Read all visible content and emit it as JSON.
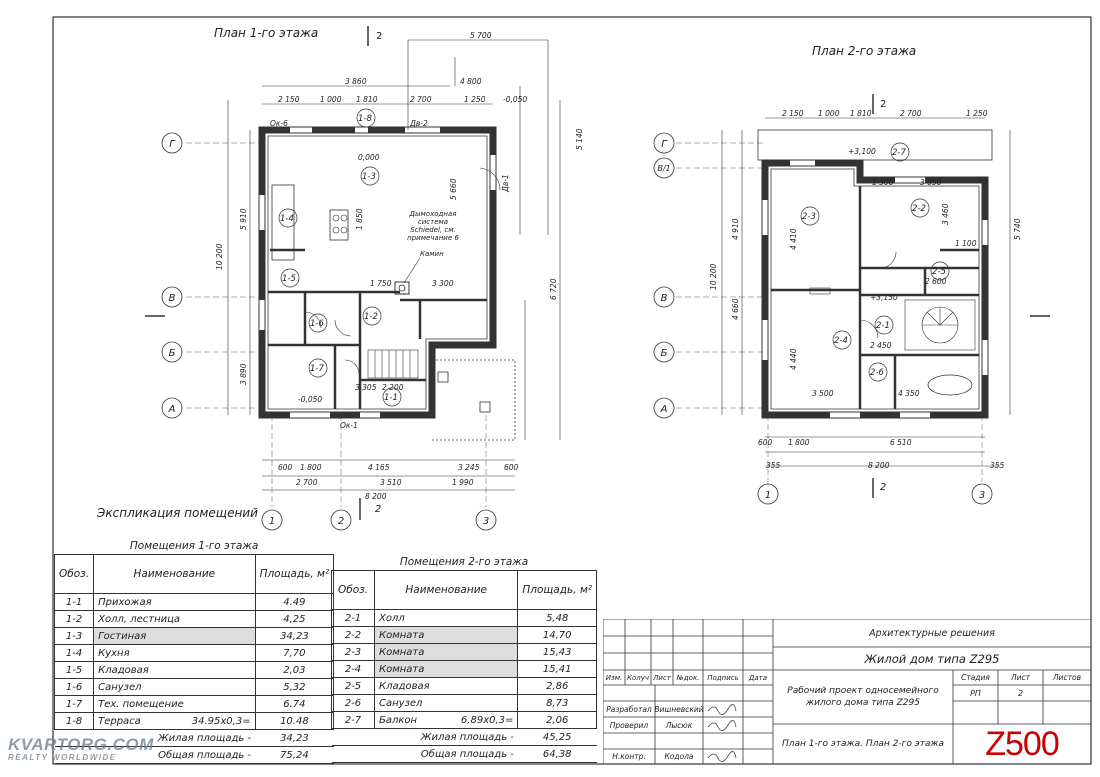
{
  "plans": {
    "floor1_title": "План 1-го этажа",
    "floor2_title": "План 2-го этажа",
    "explication_title": "Экспликация помещений"
  },
  "floor1_labels": {
    "r11": "1-1",
    "r12": "1-2",
    "r13": "1-3",
    "r14": "1-4",
    "r15": "1-5",
    "r16": "1-6",
    "r17": "1-7",
    "r18": "1-8",
    "level_0": "0,000",
    "level_n50": "-0,050",
    "level_n50b": "-0,050",
    "chimney": "Дымоходная система Schiedel, см. примечание 6",
    "kamin": "Камин",
    "dim_5700": "5 700",
    "dim_4800": "4 800",
    "dim_3860": "3 860",
    "dim_2150": "2 150",
    "dim_1000": "1 000",
    "dim_1810": "1 810",
    "dim_2700": "2 700",
    "dim_1250": "1 250",
    "dim_600": "600",
    "dim_1800": "1 800",
    "dim_4165": "4 165",
    "dim_3245": "3 245",
    "dim_600b": "600",
    "dim_2700b": "2 700",
    "dim_3510": "3 510",
    "dim_1990": "1 990",
    "dim_8200": "8 200",
    "dim_10200": "10 200",
    "dim_5910": "5 910",
    "dim_3890": "3 890",
    "dim_5140": "5 140",
    "dim_6720": "6 720",
    "dim_5660": "5 660",
    "dim_1850": "1 850",
    "dim_3305": "3 305",
    "dim_2200": "2 200",
    "dim_1750": "1 750",
    "dim_3300": "3 300",
    "ok6": "Ок-6",
    "ok1": "Ок-1",
    "dv2": "Дв-2",
    "dv1": "Дв-1"
  },
  "floor2_labels": {
    "r21": "2-1",
    "r22": "2-2",
    "r23": "2-3",
    "r24": "2-4",
    "r25": "2-5",
    "r26": "2-6",
    "r27": "2-7",
    "level_3100": "+3,100",
    "level_3150": "+3,150",
    "dim_2150": "2 150",
    "dim_1000": "1 000",
    "dim_1810": "1 810",
    "dim_2700": "2 700",
    "dim_1250": "1 250",
    "dim_1300": "1 300",
    "dim_3050": "3 050",
    "dim_3460": "3 460",
    "dim_4410": "4 410",
    "dim_4440": "4 440",
    "dim_3500": "3 500",
    "dim_4350": "4 350",
    "dim_600": "600",
    "dim_1800": "1 800",
    "dim_6510": "6 510",
    "dim_355a": "355",
    "dim_8200": "8 200",
    "dim_355b": "355",
    "dim_10200": "10 200",
    "dim_4910": "4 910",
    "dim_4660": "4 660",
    "dim_5740": "5 740",
    "dim_2600": "2 600",
    "dim_2450": "2 450",
    "dim_1100": "1 100"
  },
  "axes": {
    "a1": "1",
    "a2": "2",
    "a3": "3",
    "g": "Г",
    "v1": "В/1",
    "v": "В",
    "b": "Б",
    "a": "А",
    "cut": "2"
  },
  "table1": {
    "caption": "Помещения 1-го этажа",
    "col_code": "Обоз.",
    "col_name": "Наименование",
    "col_area": "Площадь, м²",
    "rows": [
      {
        "code": "1-1",
        "name": "Прихожая",
        "note": "",
        "area": "4.49"
      },
      {
        "code": "1-2",
        "name": "Холл, лестница",
        "note": "",
        "area": "4,25"
      },
      {
        "code": "1-3",
        "name": "Гостиная",
        "note": "",
        "area": "34,23"
      },
      {
        "code": "1-4",
        "name": "Кухня",
        "note": "",
        "area": "7,70"
      },
      {
        "code": "1-5",
        "name": "Кладовая",
        "note": "",
        "area": "2,03"
      },
      {
        "code": "1-6",
        "name": "Санузел",
        "note": "",
        "area": "5,32"
      },
      {
        "code": "1-7",
        "name": "Тех. помещение",
        "note": "",
        "area": "6.74"
      },
      {
        "code": "1-8",
        "name": "Терраса",
        "note": "34.95x0,3=",
        "area": "10.48"
      }
    ],
    "living_label": "Жилая площадь -",
    "living_value": "34,23",
    "total_label": "Общая площадь -",
    "total_value": "75,24"
  },
  "table2": {
    "caption": "Помещения 2-го этажа",
    "col_code": "Обоз.",
    "col_name": "Наименование",
    "col_area": "Площадь, м²",
    "rows": [
      {
        "code": "2-1",
        "name": "Холл",
        "note": "",
        "area": "5,48"
      },
      {
        "code": "2-2",
        "name": "Комната",
        "note": "",
        "area": "14,70"
      },
      {
        "code": "2-3",
        "name": "Комната",
        "note": "",
        "area": "15,43"
      },
      {
        "code": "2-4",
        "name": "Комната",
        "note": "",
        "area": "15,41"
      },
      {
        "code": "2-5",
        "name": "Кладовая",
        "note": "",
        "area": "2,86"
      },
      {
        "code": "2-6",
        "name": "Санузел",
        "note": "",
        "area": "8,73"
      },
      {
        "code": "2-7",
        "name": "Балкон",
        "note": "6,89x0,3=",
        "area": "2,06"
      }
    ],
    "living_label": "Жилая площадь -",
    "living_value": "45,25",
    "total_label": "Общая площадь -",
    "total_value": "64,38"
  },
  "stamp": {
    "section": "Архитектурные решения",
    "project_name": "Жилой дом типа Z295",
    "h_izm": "Изм.",
    "h_kol": "Колуч",
    "h_list": "Лист",
    "h_ndok": "№док.",
    "h_podp": "Подпись",
    "h_data": "Дата",
    "role1": "Разработал",
    "name1": "Вишневский",
    "role2": "Проверил",
    "name2": "Лысюк",
    "role3": "Н.контр.",
    "name3": "Кодола",
    "description": "Рабочий проект односемейного жилого дома типа Z295",
    "stage_h": "Стадия",
    "sheet_h": "Лист",
    "sheets_h": "Листов",
    "stage": "РП",
    "sheet": "2",
    "drawing_title": "План 1-го этажа. План 2-го этажа",
    "logo": "Z500"
  },
  "watermark": {
    "main": "KVARTORG.COM",
    "sub": "REALTY WORLDWIDE"
  }
}
